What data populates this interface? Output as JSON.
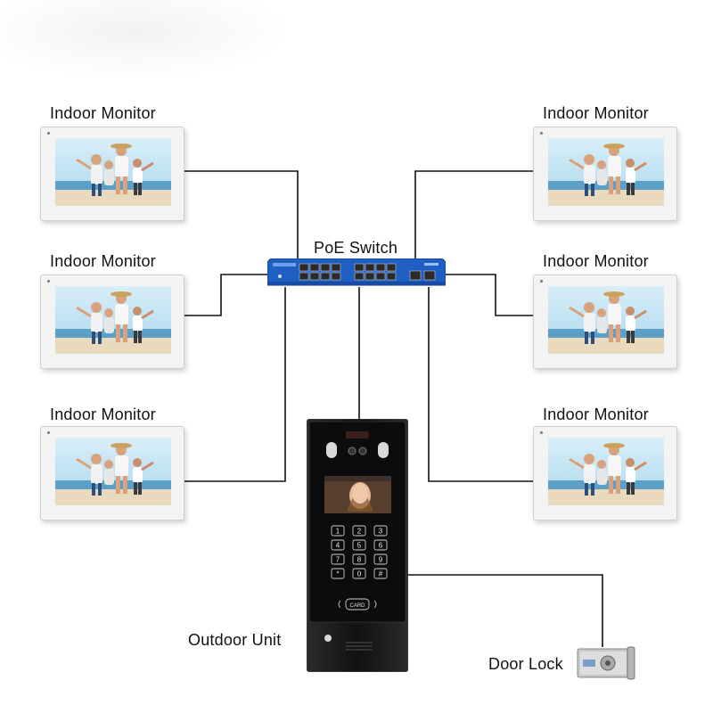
{
  "labels": {
    "monitor_left_1": "Indoor Monitor",
    "monitor_left_2": "Indoor Monitor",
    "monitor_left_3": "Indoor Monitor",
    "monitor_right_1": "Indoor Monitor",
    "monitor_right_2": "Indoor Monitor",
    "monitor_right_3": "Indoor Monitor",
    "switch": "PoE Switch",
    "outdoor_unit": "Outdoor Unit",
    "door_lock": "Door Lock"
  },
  "outdoor_panel": {
    "keys": [
      "1",
      "2",
      "3",
      "4",
      "5",
      "6",
      "7",
      "8",
      "9",
      "*",
      "0",
      "#"
    ],
    "card_label": "CARD"
  },
  "colors": {
    "switch_body": "#1f5fc4",
    "wire": "#111111",
    "panel": "#1a1a1a"
  }
}
